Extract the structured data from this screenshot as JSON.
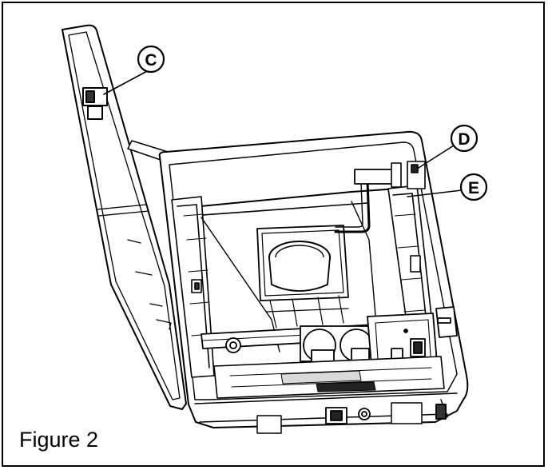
{
  "caption": "Figure 2",
  "callouts": {
    "c": "C",
    "d": "D",
    "e": "E"
  },
  "colors": {
    "line": "#000000",
    "paper": "#ffffff",
    "shade": "#d9d9d9",
    "dark": "#222222"
  }
}
